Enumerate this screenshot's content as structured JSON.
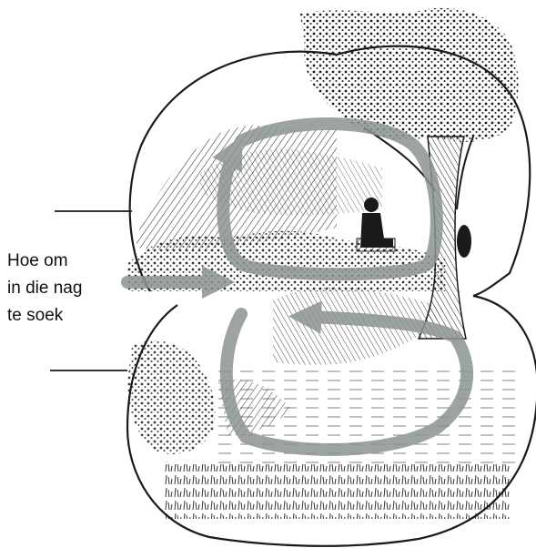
{
  "caption": {
    "lines": [
      "Hoe om",
      "in die nag",
      "te soek"
    ]
  },
  "colors": {
    "ink": "#1a1a1a",
    "arrow": "#8d9394",
    "background": "#ffffff"
  },
  "scene": {
    "elements": [
      "figure-eight-outline",
      "tree",
      "seated-figure",
      "bushes",
      "grass",
      "horizon-hills"
    ]
  }
}
